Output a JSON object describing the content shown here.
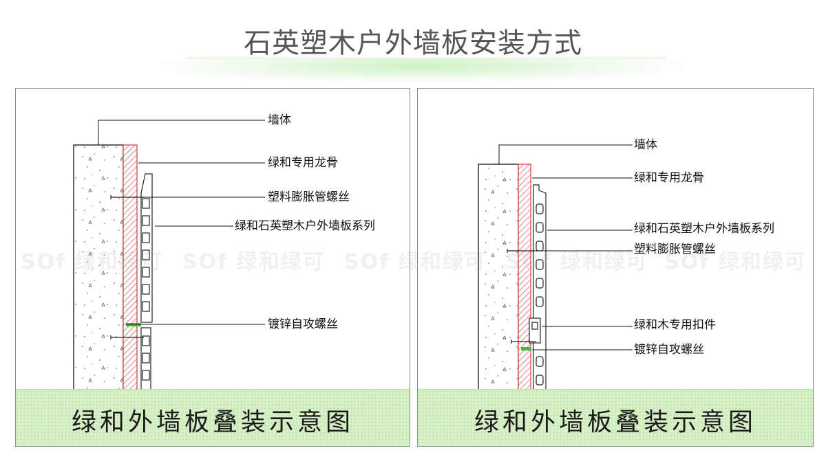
{
  "page_title": "石英塑木户外墙板安装方式",
  "watermark": "SOf 绿和绿可",
  "panels": [
    {
      "caption": "绿和外墙板叠装示意图",
      "labels": {
        "wall": "墙体",
        "keel": "绿和专用龙骨",
        "expansion_screw": "塑料膨胀管螺丝",
        "panel_series": "绿和石英塑木户外墙板系列",
        "self_tapping_screw": "镀锌自攻螺丝"
      }
    },
    {
      "caption": "绿和外墙板叠装示意图",
      "labels": {
        "wall": "墙体",
        "keel": "绿和专用龙骨",
        "panel_series": "绿和石英塑木户外墙板系列",
        "expansion_screw": "塑料膨胀管螺丝",
        "clip": "绿和木专用扣件",
        "self_tapping_screw": "镀锌自攻螺丝"
      }
    }
  ],
  "colors": {
    "keel_hatch": "#e0323c",
    "caption_bg": "#d7f0c8",
    "screw_accent": "#3bbf3b"
  }
}
